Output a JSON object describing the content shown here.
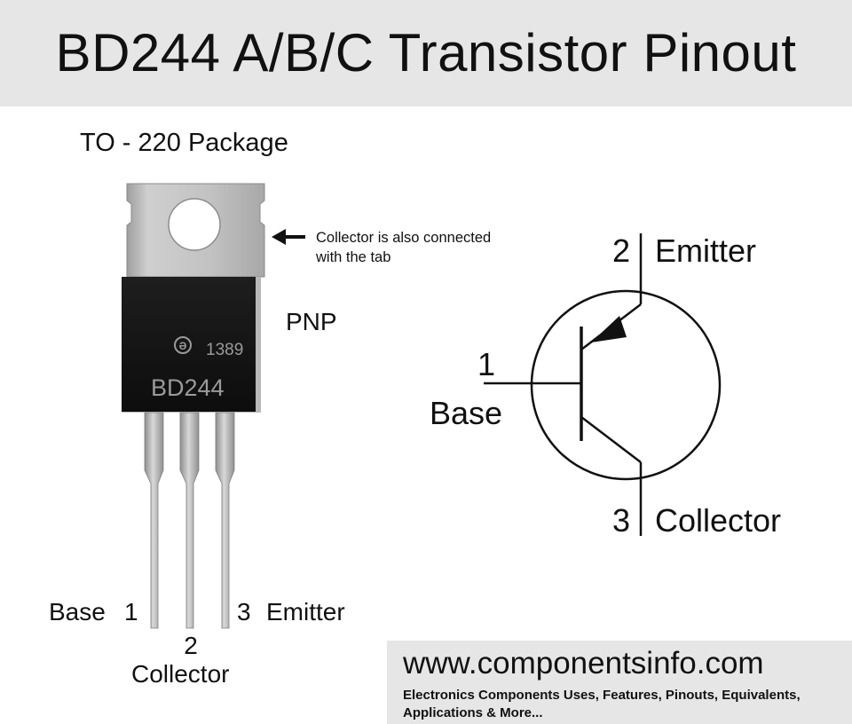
{
  "title": "BD244 A/B/C Transistor Pinout",
  "package": {
    "label": "TO - 220 Package",
    "marking_logo": "Ə",
    "marking_code": "1389",
    "marking_part": "BD244",
    "tab_note": "Collector is also connected with the tab",
    "type_label": "PNP"
  },
  "leads": {
    "base_label": "Base",
    "base_num": "1",
    "collector_num": "2",
    "collector_label": "Collector",
    "emitter_num": "3",
    "emitter_label": "Emitter"
  },
  "symbol": {
    "emitter_num": "2",
    "emitter_label": "Emitter",
    "base_num": "1",
    "base_label": "Base",
    "collector_num": "3",
    "collector_label": "Collector"
  },
  "footer": {
    "url": "www.componentsinfo.com",
    "tagline": "Electronics Components Uses, Features, Pinouts, Equivalents, Applications & More..."
  },
  "colors": {
    "header_bg": "#e6e6e6",
    "footer_bg": "#e6e6e6",
    "tab_metal": "#c4c4c4",
    "body_black": "#151515",
    "lead_metal": "#bdbdbd",
    "marking": "#9a9a9a"
  },
  "icons": {
    "tab_note_arrow": "arrow-left-icon"
  }
}
